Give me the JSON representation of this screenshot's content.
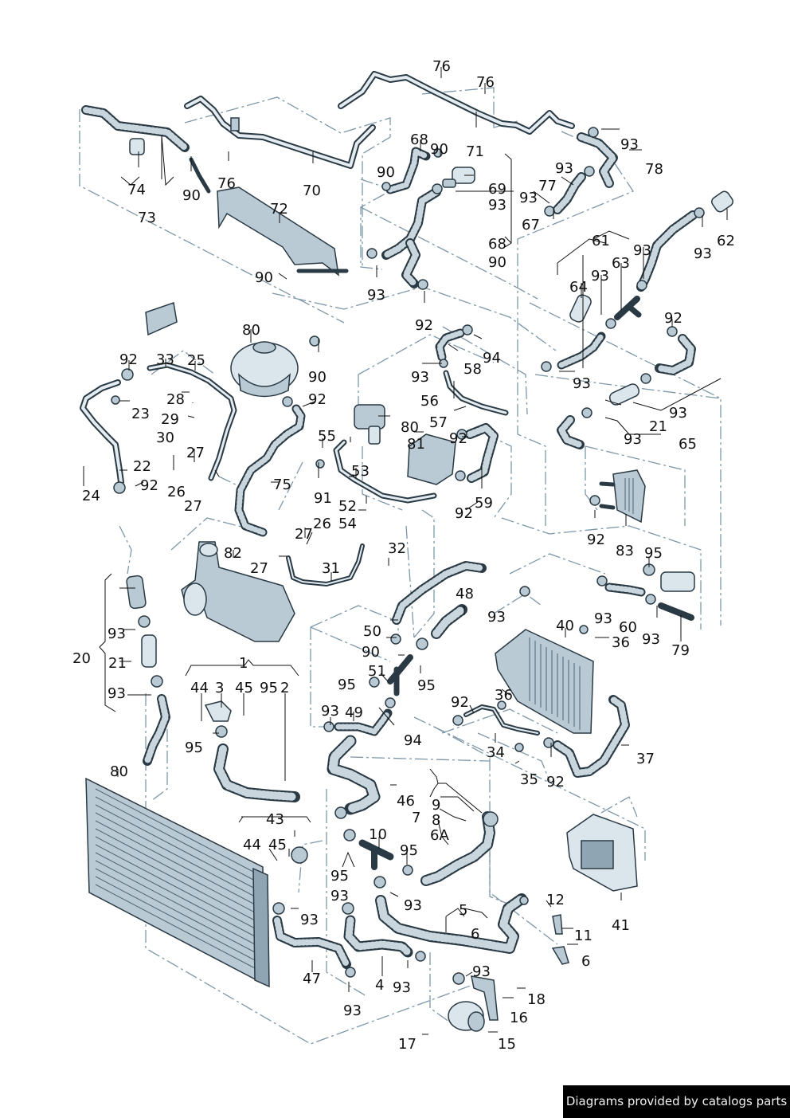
{
  "diagram": {
    "title": "Cooling system / coolant hoses exploded parts diagram",
    "colors": {
      "part_fill": "#b9cad5",
      "outline": "#2a3a44",
      "dash_line": "#7d97a8",
      "label": "#111111",
      "background": "#ffffff"
    },
    "callouts": [
      {
        "id": "c1",
        "text": "76"
      },
      {
        "id": "c2",
        "text": "76"
      },
      {
        "id": "c3",
        "text": "71"
      },
      {
        "id": "c4",
        "text": "93"
      },
      {
        "id": "c5",
        "text": "78"
      },
      {
        "id": "c6",
        "text": "68"
      },
      {
        "id": "c7",
        "text": "90"
      },
      {
        "id": "c8",
        "text": "90"
      },
      {
        "id": "c9",
        "text": "69"
      },
      {
        "id": "c10",
        "text": "93"
      },
      {
        "id": "c11",
        "text": "93"
      },
      {
        "id": "c12",
        "text": "77"
      },
      {
        "id": "c13",
        "text": "93"
      },
      {
        "id": "c14",
        "text": "67"
      },
      {
        "id": "c15",
        "text": "74"
      },
      {
        "id": "c16",
        "text": "90"
      },
      {
        "id": "c17",
        "text": "76"
      },
      {
        "id": "c18",
        "text": "70"
      },
      {
        "id": "c19",
        "text": "72"
      },
      {
        "id": "c20",
        "text": "73"
      },
      {
        "id": "c21",
        "text": "68"
      },
      {
        "id": "c22",
        "text": "90"
      },
      {
        "id": "c23",
        "text": "90"
      },
      {
        "id": "c24",
        "text": "93"
      },
      {
        "id": "c25",
        "text": "61"
      },
      {
        "id": "c26",
        "text": "62"
      },
      {
        "id": "c27",
        "text": "93"
      },
      {
        "id": "c28",
        "text": "93"
      },
      {
        "id": "c29",
        "text": "63"
      },
      {
        "id": "c30",
        "text": "93"
      },
      {
        "id": "c31",
        "text": "64"
      },
      {
        "id": "c32",
        "text": "92"
      },
      {
        "id": "c33",
        "text": "92"
      },
      {
        "id": "c34",
        "text": "93"
      },
      {
        "id": "c35",
        "text": "80"
      },
      {
        "id": "c36",
        "text": "90"
      },
      {
        "id": "c37",
        "text": "94"
      },
      {
        "id": "c38",
        "text": "58"
      },
      {
        "id": "c39",
        "text": "93"
      },
      {
        "id": "c40",
        "text": "92"
      },
      {
        "id": "c41",
        "text": "33"
      },
      {
        "id": "c42",
        "text": "25"
      },
      {
        "id": "c43",
        "text": "92"
      },
      {
        "id": "c44",
        "text": "56"
      },
      {
        "id": "c45",
        "text": "28"
      },
      {
        "id": "c46",
        "text": "23"
      },
      {
        "id": "c47",
        "text": "29"
      },
      {
        "id": "c48",
        "text": "80"
      },
      {
        "id": "c49",
        "text": "57"
      },
      {
        "id": "c50",
        "text": "93"
      },
      {
        "id": "c51",
        "text": "21"
      },
      {
        "id": "c52",
        "text": "93"
      },
      {
        "id": "c53",
        "text": "65"
      },
      {
        "id": "c54",
        "text": "30"
      },
      {
        "id": "c55",
        "text": "55"
      },
      {
        "id": "c56",
        "text": "81"
      },
      {
        "id": "c57",
        "text": "92"
      },
      {
        "id": "c58",
        "text": "27"
      },
      {
        "id": "c59",
        "text": "22"
      },
      {
        "id": "c60",
        "text": "53"
      },
      {
        "id": "c61",
        "text": "92"
      },
      {
        "id": "c62",
        "text": "24"
      },
      {
        "id": "c63",
        "text": "26"
      },
      {
        "id": "c64",
        "text": "75"
      },
      {
        "id": "c65",
        "text": "27"
      },
      {
        "id": "c66",
        "text": "91"
      },
      {
        "id": "c67",
        "text": "59"
      },
      {
        "id": "c68",
        "text": "52"
      },
      {
        "id": "c69",
        "text": "92"
      },
      {
        "id": "c70",
        "text": "54"
      },
      {
        "id": "c71",
        "text": "27"
      },
      {
        "id": "c72",
        "text": "26"
      },
      {
        "id": "c73",
        "text": "92"
      },
      {
        "id": "c74",
        "text": "83"
      },
      {
        "id": "c75",
        "text": "95"
      },
      {
        "id": "c76",
        "text": "82"
      },
      {
        "id": "c77",
        "text": "32"
      },
      {
        "id": "c78",
        "text": "27"
      },
      {
        "id": "c79",
        "text": "31"
      },
      {
        "id": "c80",
        "text": "48"
      },
      {
        "id": "c81",
        "text": "40"
      },
      {
        "id": "c82",
        "text": "93"
      },
      {
        "id": "c83",
        "text": "60"
      },
      {
        "id": "c84",
        "text": "36"
      },
      {
        "id": "c85",
        "text": "93"
      },
      {
        "id": "c86",
        "text": "93"
      },
      {
        "id": "c87",
        "text": "79"
      },
      {
        "id": "c88",
        "text": "50"
      },
      {
        "id": "c89",
        "text": "93"
      },
      {
        "id": "c90",
        "text": "20"
      },
      {
        "id": "c91",
        "text": "90"
      },
      {
        "id": "c92",
        "text": "21"
      },
      {
        "id": "c93",
        "text": "51"
      },
      {
        "id": "c94",
        "text": "1"
      },
      {
        "id": "c95",
        "text": "95"
      },
      {
        "id": "c96",
        "text": "95"
      },
      {
        "id": "c97",
        "text": "44"
      },
      {
        "id": "c98",
        "text": "3"
      },
      {
        "id": "c99",
        "text": "45"
      },
      {
        "id": "c100",
        "text": "95"
      },
      {
        "id": "c101",
        "text": "2"
      },
      {
        "id": "c102",
        "text": "93"
      },
      {
        "id": "c103",
        "text": "36"
      },
      {
        "id": "c104",
        "text": "93"
      },
      {
        "id": "c105",
        "text": "49"
      },
      {
        "id": "c106",
        "text": "92"
      },
      {
        "id": "c107",
        "text": "95"
      },
      {
        "id": "c108",
        "text": "94"
      },
      {
        "id": "c109",
        "text": "34"
      },
      {
        "id": "c110",
        "text": "37"
      },
      {
        "id": "c111",
        "text": "35"
      },
      {
        "id": "c112",
        "text": "92"
      },
      {
        "id": "c113",
        "text": "80"
      },
      {
        "id": "c114",
        "text": "46"
      },
      {
        "id": "c115",
        "text": "9"
      },
      {
        "id": "c116",
        "text": "7"
      },
      {
        "id": "c117",
        "text": "8"
      },
      {
        "id": "c118",
        "text": "43"
      },
      {
        "id": "c119",
        "text": "6A"
      },
      {
        "id": "c120",
        "text": "10"
      },
      {
        "id": "c121",
        "text": "44"
      },
      {
        "id": "c122",
        "text": "45"
      },
      {
        "id": "c123",
        "text": "95"
      },
      {
        "id": "c124",
        "text": "95"
      },
      {
        "id": "c125",
        "text": "93"
      },
      {
        "id": "c126",
        "text": "93"
      },
      {
        "id": "c127",
        "text": "41"
      },
      {
        "id": "c128",
        "text": "12"
      },
      {
        "id": "c129",
        "text": "93"
      },
      {
        "id": "c130",
        "text": "5"
      },
      {
        "id": "c131",
        "text": "11"
      },
      {
        "id": "c132",
        "text": "6"
      },
      {
        "id": "c133",
        "text": "6"
      },
      {
        "id": "c134",
        "text": "47"
      },
      {
        "id": "c135",
        "text": "4"
      },
      {
        "id": "c136",
        "text": "93"
      },
      {
        "id": "c137",
        "text": "93"
      },
      {
        "id": "c138",
        "text": "18"
      },
      {
        "id": "c139",
        "text": "16"
      },
      {
        "id": "c140",
        "text": "93"
      },
      {
        "id": "c141",
        "text": "17"
      },
      {
        "id": "c142",
        "text": "15"
      }
    ]
  },
  "footer": {
    "credit": "Diagrams provided by catalogs parts"
  }
}
